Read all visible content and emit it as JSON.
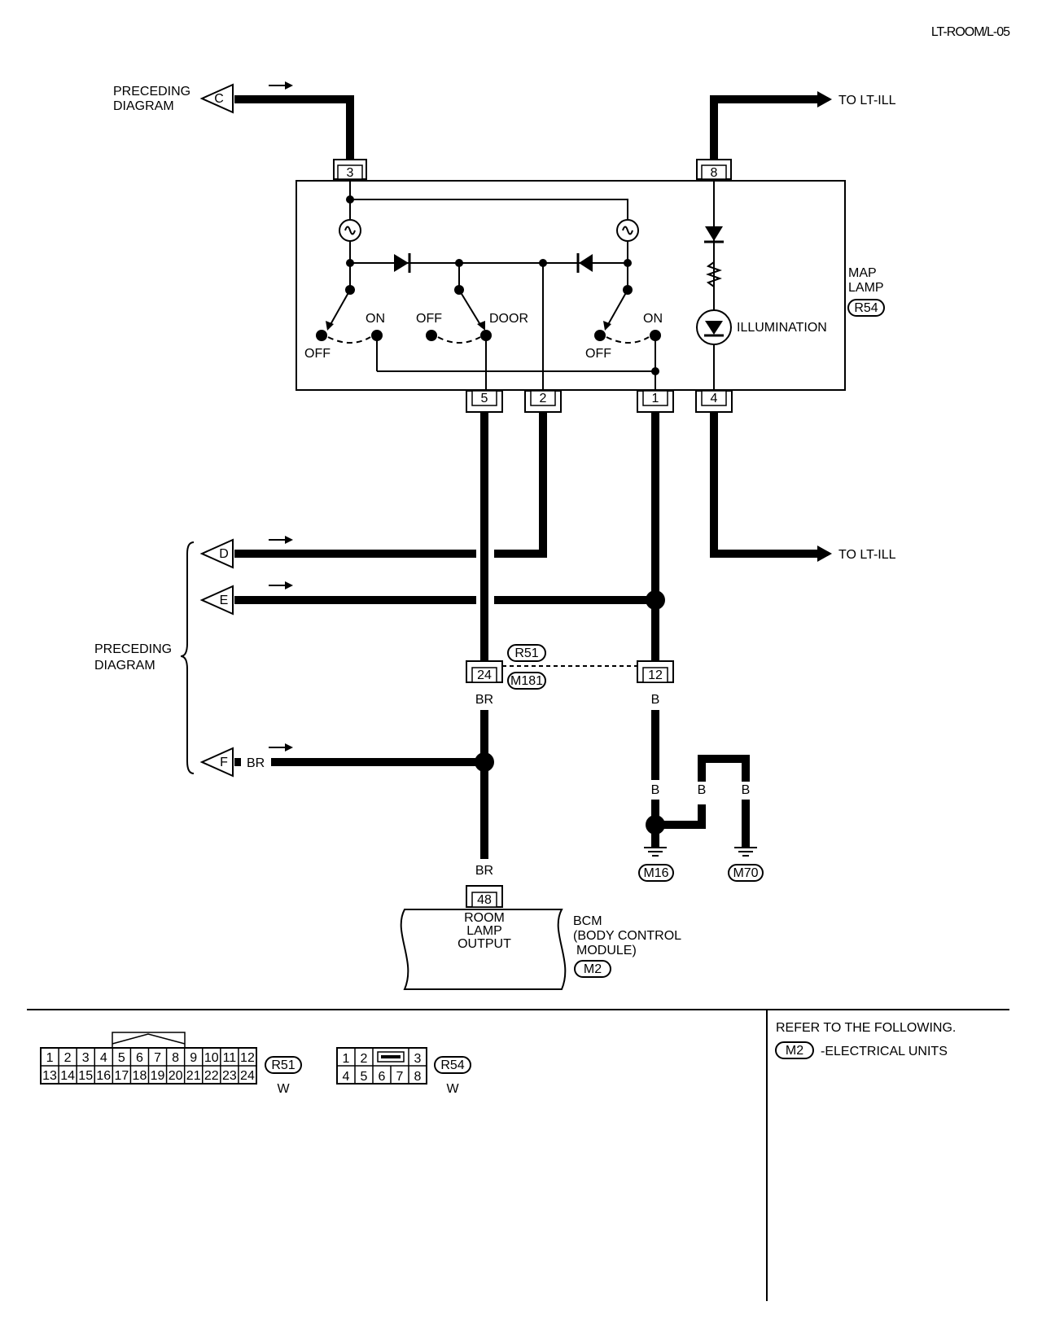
{
  "title": "LT-ROOM/L-05",
  "map_lamp": {
    "label_line1": "MAP",
    "label_line2": "LAMP",
    "connector": "R54",
    "illumination_label": "ILLUMINATION",
    "pins": {
      "top_left": "3",
      "top_right": "8",
      "bottom_5": "5",
      "bottom_2": "2",
      "bottom_1": "1",
      "bottom_4": "4"
    },
    "switch_left": {
      "off": "OFF",
      "on": "ON"
    },
    "switch_center": {
      "off": "OFF",
      "door": "DOOR"
    },
    "switch_right": {
      "off": "OFF",
      "on": "ON"
    }
  },
  "preceding_top": {
    "line1": "PRECEDING",
    "line2": "DIAGRAM",
    "arrow_letter": "C"
  },
  "to_lt_ill_top": "TO LT-ILL",
  "to_lt_ill_mid": "TO LT-ILL",
  "preceding_group": {
    "line1": "PRECEDING",
    "line2": "DIAGRAM",
    "arrow_d": "D",
    "arrow_e": "E",
    "arrow_f": "F",
    "f_wire_color": "BR"
  },
  "junction_connectors": {
    "upper": "R51",
    "lower": "M181",
    "pin_left": "24",
    "pin_right": "12"
  },
  "wire_colors": {
    "br_upper": "BR",
    "b_upper": "B",
    "b_ground_1": "B",
    "b_ground_2": "B",
    "b_ground_3": "B",
    "br_lower": "BR"
  },
  "grounds": {
    "g1": "M16",
    "g2": "M70"
  },
  "bcm": {
    "pin": "48",
    "func_line1": "ROOM",
    "func_line2": "LAMP",
    "func_line3": "OUTPUT",
    "name_line1": "BCM",
    "name_line2": "(BODY CONTROL",
    "name_line3": "MODULE)",
    "connector": "M2"
  },
  "connector_views": {
    "r51": {
      "id": "R51",
      "color": "W",
      "row1": [
        "1",
        "2",
        "3",
        "4",
        "5",
        "6",
        "7",
        "8",
        "9",
        "10",
        "11",
        "12"
      ],
      "row2": [
        "13",
        "14",
        "15",
        "16",
        "17",
        "18",
        "19",
        "20",
        "21",
        "22",
        "23",
        "24"
      ]
    },
    "r54": {
      "id": "R54",
      "color": "W",
      "row1": [
        "1",
        "2",
        "3"
      ],
      "row2": [
        "4",
        "5",
        "6",
        "7",
        "8"
      ]
    }
  },
  "reference": {
    "heading": "REFER TO THE FOLLOWING.",
    "item_code": "M2",
    "item_text": "-ELECTRICAL UNITS"
  }
}
